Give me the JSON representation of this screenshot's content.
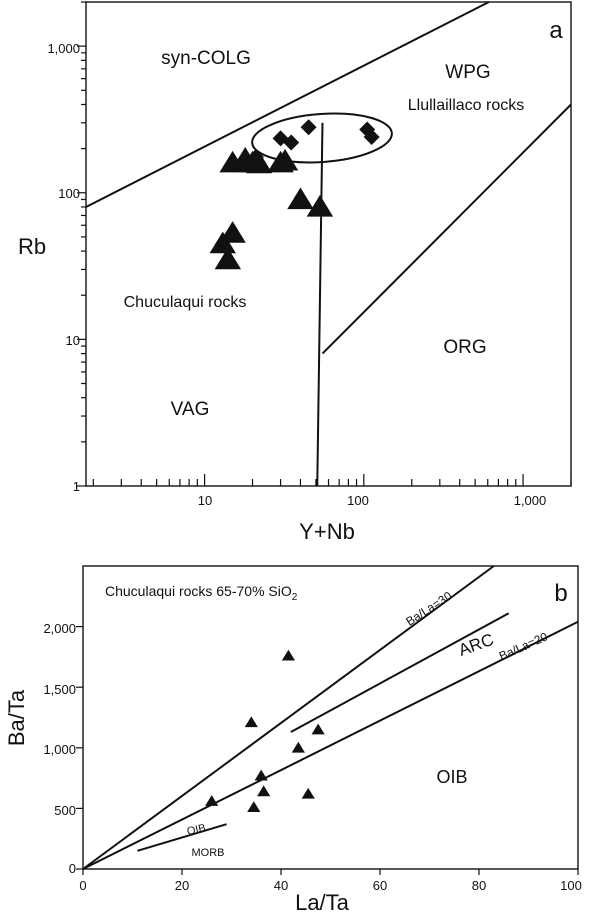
{
  "chart_data": [
    {
      "type": "scatter",
      "panel_label": "a",
      "xlabel": "Y+Nb",
      "ylabel": "Rb",
      "xscale": "log",
      "yscale": "log",
      "xlim": [
        1.8,
        2000
      ],
      "ylim": [
        1,
        2000
      ],
      "x_ticks": [
        "10",
        "100",
        "1,000"
      ],
      "y_ticks": [
        "1",
        "10",
        "100",
        "1,000"
      ],
      "fields": [
        "syn-COLG",
        "WPG",
        "VAG",
        "ORG"
      ],
      "annotations": [
        "Llullaillaco rocks",
        "Chuculaqui rocks"
      ],
      "boundaries": [
        {
          "name": "VAG/syn-COLG",
          "points": [
            [
              1.8,
              80
            ],
            [
              610,
              2000
            ]
          ]
        },
        {
          "name": "syn-COLG/WPG",
          "points": [
            [
              55,
              300
            ],
            [
              51,
              1
            ]
          ]
        },
        {
          "name": "WPG/ORG",
          "points": [
            [
              55,
              8
            ],
            [
              2000,
              400
            ]
          ]
        }
      ],
      "series": [
        {
          "name": "Chuculaqui rocks",
          "marker": "triangle",
          "points": [
            [
              15,
              160
            ],
            [
              18,
              170
            ],
            [
              20,
              160
            ],
            [
              22,
              158
            ],
            [
              30,
              160
            ],
            [
              32,
              165
            ],
            [
              40,
              90
            ],
            [
              53,
              80
            ],
            [
              13,
              45
            ],
            [
              15,
              53
            ],
            [
              14,
              35
            ]
          ]
        },
        {
          "name": "Llullaillaco rocks",
          "marker": "diamond",
          "points": [
            [
              21,
              175
            ],
            [
              30,
              235
            ],
            [
              35,
              220
            ],
            [
              45,
              280
            ],
            [
              105,
              270
            ],
            [
              112,
              240
            ]
          ]
        }
      ]
    },
    {
      "type": "scatter",
      "panel_label": "b",
      "title": "Chuculaqui rocks 65-70% SiO",
      "title_subscript": "2",
      "xlabel": "La/Ta",
      "ylabel": "Ba/Ta",
      "xlim": [
        0,
        100
      ],
      "ylim": [
        0,
        2500
      ],
      "x_ticks": [
        "0",
        "20",
        "40",
        "60",
        "80",
        "100"
      ],
      "y_ticks": [
        "0",
        "500",
        "1,000",
        "1,500",
        "2,000"
      ],
      "fields": [
        "ARC",
        "OIB"
      ],
      "line_labels": [
        "Ba/La=30",
        "Ba/La=20",
        "OIB",
        "MORB"
      ],
      "boundaries": [
        {
          "name": "Ba/La=30",
          "points": [
            [
              0,
              0
            ],
            [
              83,
              2500
            ]
          ]
        },
        {
          "name": "Ba/La=20",
          "points": [
            [
              0,
              0
            ],
            [
              100,
              2040
            ]
          ]
        },
        {
          "name": "ARC",
          "points": [
            [
              42,
              1130
            ],
            [
              86,
              2110
            ]
          ]
        },
        {
          "name": "OIB-MORB",
          "points": [
            [
              11,
              150
            ],
            [
              29,
              370
            ]
          ]
        }
      ],
      "series": [
        {
          "name": "Chuculaqui rocks 65-70% SiO2",
          "marker": "triangle",
          "points": [
            [
              26,
              560
            ],
            [
              34,
              1210
            ],
            [
              34.5,
              510
            ],
            [
              36,
              770
            ],
            [
              36.5,
              640
            ],
            [
              41.5,
              1760
            ],
            [
              43.5,
              1000
            ],
            [
              45.5,
              620
            ],
            [
              47.5,
              1150
            ]
          ]
        }
      ]
    }
  ]
}
